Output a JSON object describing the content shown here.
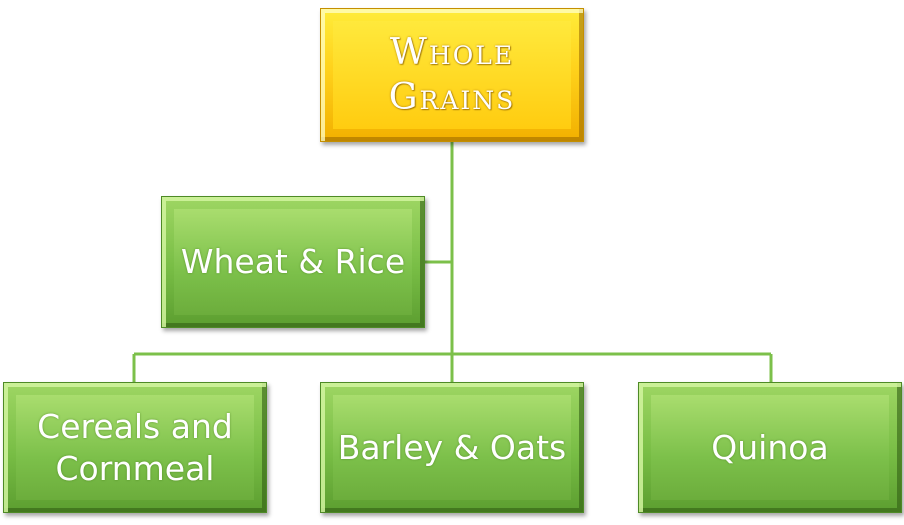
{
  "root": {
    "label": "Whole Grains"
  },
  "nodes": {
    "wheat": {
      "label": "Wheat & Rice"
    },
    "cereal": {
      "label": "Cereals and Cornmeal"
    },
    "barley": {
      "label": "Barley & Oats"
    },
    "quinoa": {
      "label": "Quinoa"
    }
  },
  "colors": {
    "root_fill": "#ffd21c",
    "node_fill": "#78bd45",
    "connector": "#7cc04a",
    "text": "#ffffff"
  }
}
